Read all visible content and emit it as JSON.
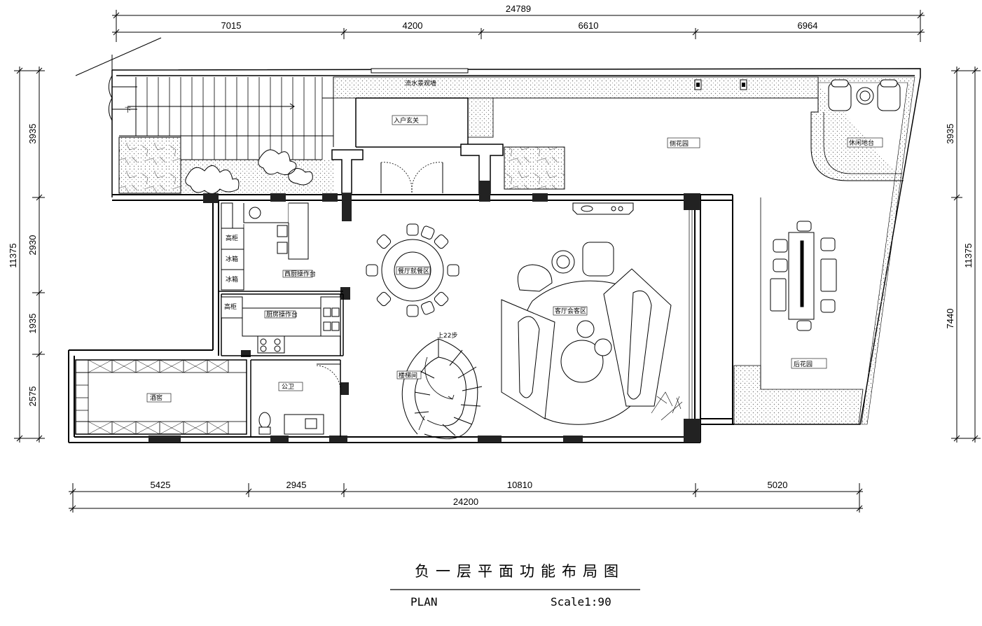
{
  "dimensions": {
    "top_total": "24789",
    "top_segments": [
      "7015",
      "4200",
      "6610",
      "6964"
    ],
    "bottom_segments": [
      "5425",
      "2945",
      "10810",
      "5020"
    ],
    "bottom_total": "24200",
    "left_total": "11375",
    "left_segments": [
      "3935",
      "2930",
      "1935",
      "2575"
    ],
    "right_segments": [
      "3935",
      "7440"
    ],
    "right_total": "11375"
  },
  "rooms": {
    "water_wall": "流水景观墙",
    "entrance": "入户玄关",
    "side_garden": "侧花园",
    "leisure_terrace": "休闲地台",
    "tall_cabinet_1": "高柜",
    "fridge_1": "冰箱",
    "fridge_2": "冰箱",
    "west_kitchen": "西厨操作台",
    "tall_cabinet_2": "高柜",
    "kitchen_counter": "厨房操作台",
    "dining": "餐厅就餐区",
    "living": "客厅会客区",
    "staircase": "楼梯间",
    "stair_up": "上22步",
    "public_wc": "公卫",
    "wine_cellar": "酒窖",
    "back_garden": "后花园",
    "stair_down": "下"
  },
  "title": {
    "main": "负一层平面功能布局图",
    "plan": "PLAN",
    "scale": "Scale1:90"
  }
}
